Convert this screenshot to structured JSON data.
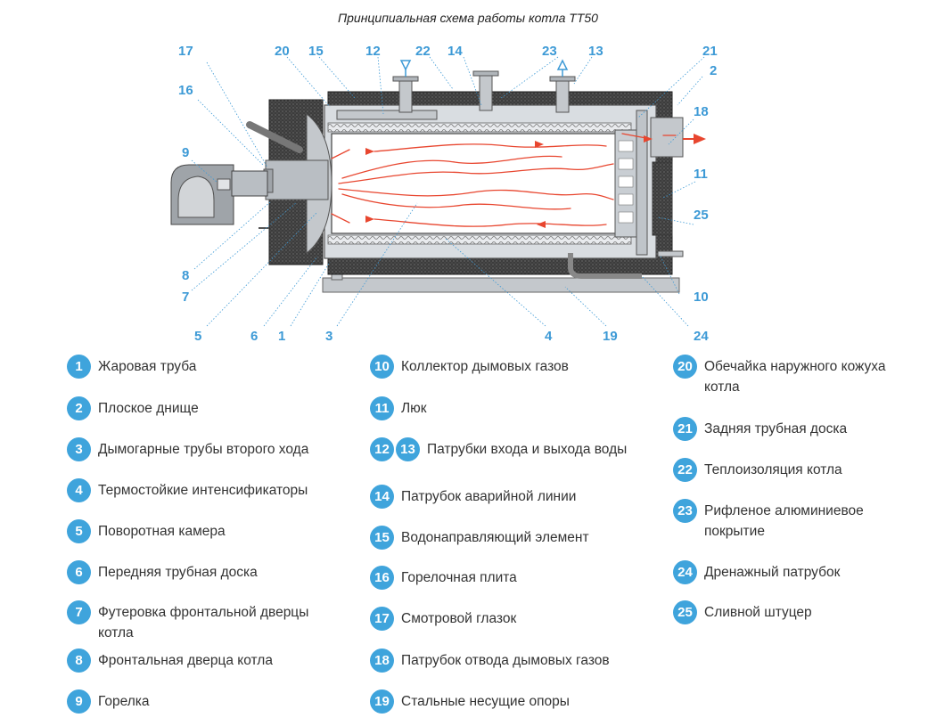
{
  "title": "Принципиальная схема работы котла ТТ50",
  "callouts": [
    "1",
    "2",
    "3",
    "4",
    "5",
    "6",
    "7",
    "8",
    "9",
    "10",
    "11",
    "12",
    "13",
    "14",
    "15",
    "16",
    "17",
    "18",
    "19",
    "20",
    "21",
    "22",
    "23",
    "24",
    "25"
  ],
  "legend": [
    {
      "nums": [
        "1"
      ],
      "text": "Жаровая труба"
    },
    {
      "nums": [
        "2"
      ],
      "text": "Плоское днище"
    },
    {
      "nums": [
        "3"
      ],
      "text": "Дымогарные трубы второго хода"
    },
    {
      "nums": [
        "4"
      ],
      "text": "Термостойкие интенсификаторы"
    },
    {
      "nums": [
        "5"
      ],
      "text": "Поворотная камера"
    },
    {
      "nums": [
        "6"
      ],
      "text": "Передняя трубная доска"
    },
    {
      "nums": [
        "7"
      ],
      "text": "Футеровка фронтальной дверцы котла"
    },
    {
      "nums": [
        "8"
      ],
      "text": "Фронтальная дверца котла"
    },
    {
      "nums": [
        "9"
      ],
      "text": "Горелка"
    },
    {
      "nums": [
        "10"
      ],
      "text": "Коллектор дымовых газов"
    },
    {
      "nums": [
        "11"
      ],
      "text": "Люк"
    },
    {
      "nums": [
        "12",
        "13"
      ],
      "text": "Патрубки входа и выхода воды"
    },
    {
      "nums": [
        "14"
      ],
      "text": "Патрубок аварийной линии"
    },
    {
      "nums": [
        "15"
      ],
      "text": "Водонаправляющий элемент"
    },
    {
      "nums": [
        "16"
      ],
      "text": "Горелочная плита"
    },
    {
      "nums": [
        "17"
      ],
      "text": "Смотровой глазок"
    },
    {
      "nums": [
        "18"
      ],
      "text": "Патрубок отвода дымовых газов"
    },
    {
      "nums": [
        "19"
      ],
      "text": "Стальные несущие опоры"
    },
    {
      "nums": [
        "20"
      ],
      "text": "Обечайка наружного кожуха котла"
    },
    {
      "nums": [
        "21"
      ],
      "text": "Задняя трубная доска"
    },
    {
      "nums": [
        "22"
      ],
      "text": "Теплоизоляция котла"
    },
    {
      "nums": [
        "23"
      ],
      "text": "Рифленое алюминиевое покрытие"
    },
    {
      "nums": [
        "24"
      ],
      "text": "Дренажный патрубок"
    },
    {
      "nums": [
        "25"
      ],
      "text": "Сливной штуцер"
    }
  ],
  "colors": {
    "accent": "#3fa4dc",
    "flame": "#e8462f",
    "metal": "#b7bcc2",
    "insulation": "#4a4a4a"
  }
}
